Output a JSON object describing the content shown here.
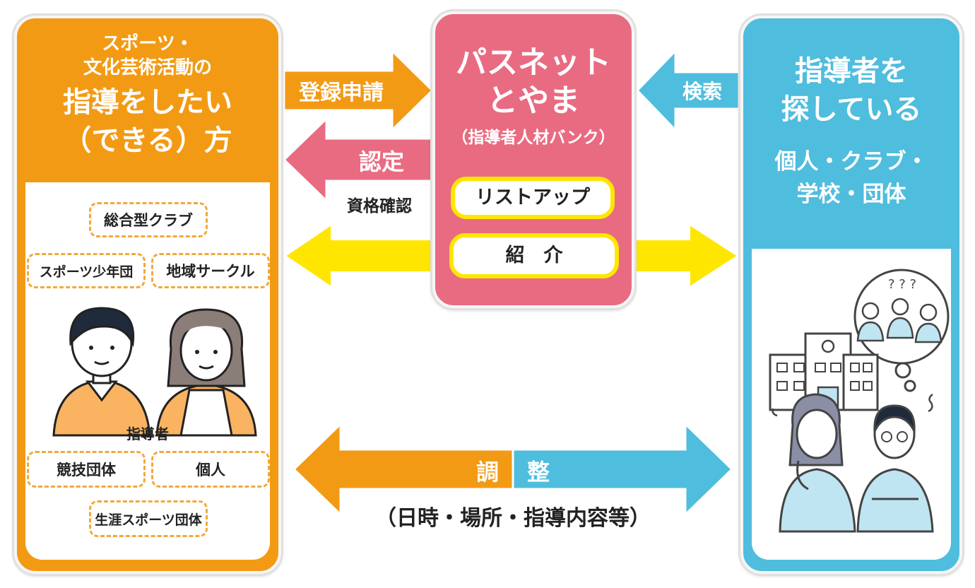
{
  "left": {
    "title_lines": [
      "スポーツ・",
      "文化芸術活動の",
      "指導をしたい",
      "（できる）方"
    ],
    "tags": [
      "総合型クラブ",
      "スポーツ少年団",
      "地域サークル",
      "競技団体",
      "個人",
      "生涯スポーツ団体"
    ],
    "instructor_label": "指導者"
  },
  "center": {
    "title_lines": [
      "パスネット",
      "とやま"
    ],
    "subtitle": "（指導者人材バンク）",
    "listup": "リストアップ",
    "intro": "紹　介"
  },
  "right": {
    "title_lines": [
      "指導者を",
      "探している"
    ],
    "sub_lines": [
      "個人・クラブ・",
      "学校・団体"
    ]
  },
  "arrows": {
    "register": "登録申請",
    "certify": "認定",
    "qualify": "資格確認",
    "search": "検索",
    "adjust_left": "調",
    "adjust_right": "整",
    "adjust_note": "（日時・場所・指導内容等）"
  },
  "illustration": {
    "question_marks": "? ? ?"
  },
  "colors": {
    "orange": "#f39a14",
    "pink": "#e96b81",
    "blue": "#4fbddd",
    "yellow": "#ffe600"
  }
}
